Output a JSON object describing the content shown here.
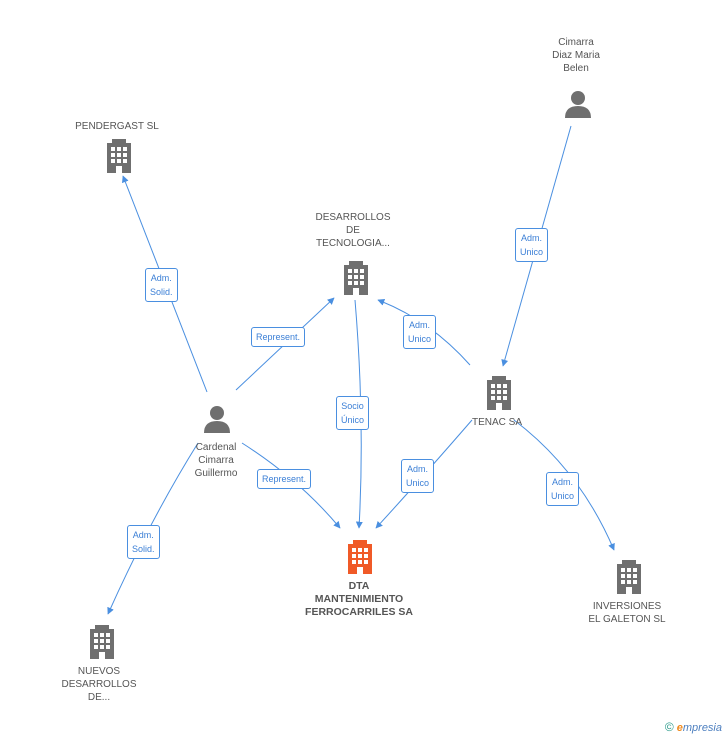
{
  "nodes": {
    "pendergast": {
      "label": "PENDERGAST SL"
    },
    "desarrollos_tec": {
      "label": "DESARROLLOS\nDE\nTECNOLOGIA..."
    },
    "cimarra_diaz": {
      "label": "Cimarra\nDiaz Maria\nBelen"
    },
    "cardenal": {
      "label": "Cardenal\nCimarra\nGuillermo"
    },
    "tenac": {
      "label": "TENAC SA"
    },
    "dta": {
      "label": "DTA\nMANTENIMIENTO\nFERROCARRILES SA"
    },
    "inversiones": {
      "label": "INVERSIONES\nEL GALETON SL"
    },
    "nuevos": {
      "label": "NUEVOS\nDESARROLLOS\nDE..."
    }
  },
  "edges": {
    "cardenal_pendergast": {
      "label": "Adm.\nSolid."
    },
    "cardenal_desarrollos": {
      "label": "Represent."
    },
    "cimarra_tenac": {
      "label": "Adm.\nUnico"
    },
    "tenac_desarrollos": {
      "label": "Adm.\nUnico"
    },
    "desarrollos_dta": {
      "label": "Socio\nÚnico"
    },
    "cardenal_dta": {
      "label": "Represent."
    },
    "tenac_dta": {
      "label": "Adm.\nUnico"
    },
    "tenac_inversiones": {
      "label": "Adm.\nUnico"
    },
    "cardenal_nuevos": {
      "label": "Adm.\nSolid."
    }
  },
  "colors": {
    "edge": "#4a8fe0",
    "company_icon": "#6f6f6f",
    "main_company_icon": "#f05a28",
    "person_icon": "#6f6f6f"
  },
  "icons": {
    "company": "building-icon",
    "person": "person-icon"
  },
  "brand": {
    "copyright": "©",
    "first_letter": "e",
    "rest": "mpresia"
  }
}
